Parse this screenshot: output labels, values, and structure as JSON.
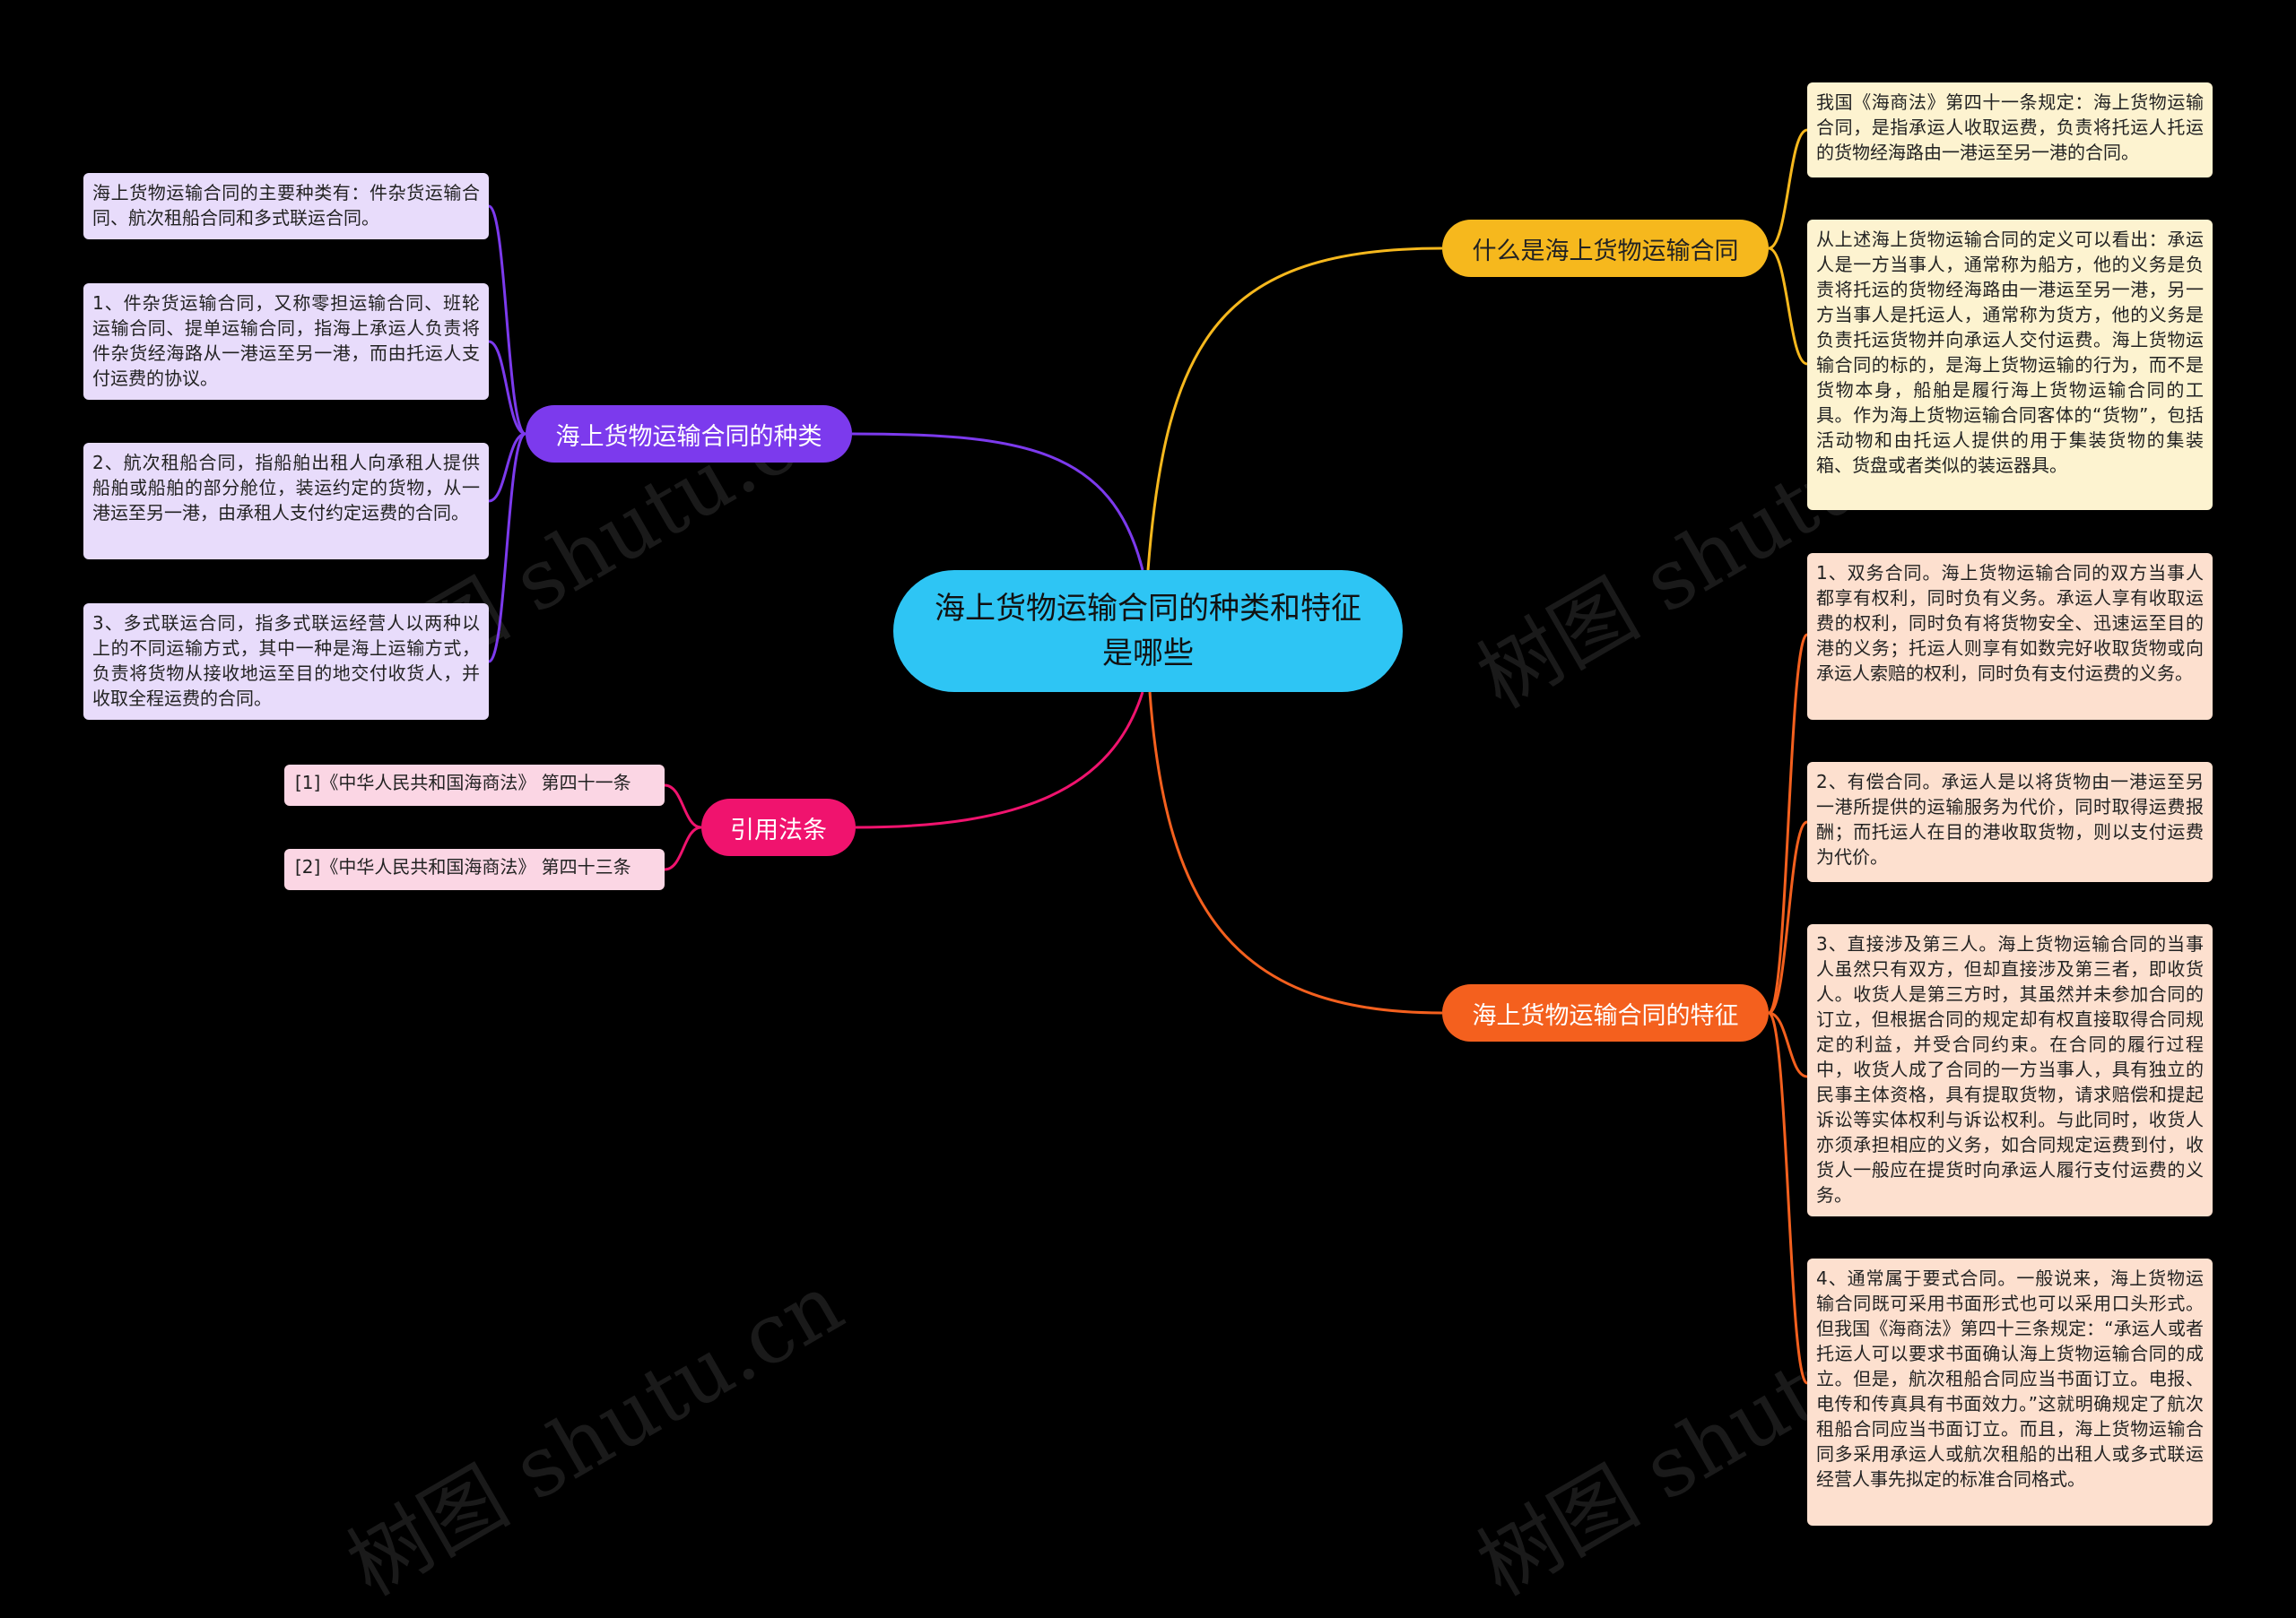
{
  "colors": {
    "background": "#000000",
    "root": "#2ec5f4",
    "kinds": "#7c3aed",
    "what": "#f6b81d",
    "features": "#f4601e",
    "citations": "#f0136e"
  },
  "watermark": "树图 shutu.cn",
  "root": {
    "label": "海上货物运输合同的种类和特征是哪些"
  },
  "branches": {
    "kinds": {
      "label": "海上货物运输合同的种类",
      "items": [
        "海上货物运输合同的主要种类有：件杂货运输合同、航次租船合同和多式联运合同。",
        "1、件杂货运输合同，又称零担运输合同、班轮运输合同、提单运输合同，指海上承运人负责将件杂货经海路从一港运至另一港，而由托运人支付运费的协议。",
        "2、航次租船合同，指船舶出租人向承租人提供船舶或船舶的部分舱位，装运约定的货物，从一港运至另一港，由承租人支付约定运费的合同。",
        "3、多式联运合同，指多式联运经营人以两种以上的不同运输方式，其中一种是海上运输方式，负责将货物从接收地运至目的地交付收货人，并收取全程运费的合同。"
      ]
    },
    "citations": {
      "label": "引用法条",
      "items": [
        "[1]《中华人民共和国海商法》 第四十一条",
        "[2]《中华人民共和国海商法》 第四十三条"
      ]
    },
    "what": {
      "label": "什么是海上货物运输合同",
      "items": [
        "我国《海商法》第四十一条规定：海上货物运输合同，是指承运人收取运费，负责将托运人托运的货物经海路由一港运至另一港的合同。",
        "从上述海上货物运输合同的定义可以看出：承运人是一方当事人，通常称为船方，他的义务是负责将托运的货物经海路由一港运至另一港，另一方当事人是托运人，通常称为货方，他的义务是负责托运货物并向承运人交付运费。海上货物运输合同的标的，是海上货物运输的行为，而不是货物本身，船舶是履行海上货物运输合同的工具。作为海上货物运输合同客体的“货物”，包括活动物和由托运人提供的用于集装货物的集装箱、货盘或者类似的装运器具。"
      ]
    },
    "features": {
      "label": "海上货物运输合同的特征",
      "items": [
        "1、双务合同。海上货物运输合同的双方当事人都享有权利，同时负有义务。承运人享有收取运费的权利，同时负有将货物安全、迅速运至目的港的义务；托运人则享有如数完好收取货物或向承运人索赔的权利，同时负有支付运费的义务。",
        "2、有偿合同。承运人是以将货物由一港运至另一港所提供的运输服务为代价，同时取得运费报酬；而托运人在目的港收取货物，则以支付运费为代价。",
        "3、直接涉及第三人。海上货物运输合同的当事人虽然只有双方，但却直接涉及第三者，即收货人。收货人是第三方时，其虽然并未参加合同的订立，但根据合同的规定却有权直接取得合同规定的利益，并受合同约束。在合同的履行过程中，收货人成了合同的一方当事人，具有独立的民事主体资格，具有提取货物，请求赔偿和提起诉讼等实体权利与诉讼权利。与此同时，收货人亦须承担相应的义务，如合同规定运费到付，收货人一般应在提货时向承运人履行支付运费的义务。",
        "4、通常属于要式合同。一般说来，海上货物运输合同既可采用书面形式也可以采用口头形式。但我国《海商法》第四十三条规定：“承运人或者托运人可以要求书面确认海上货物运输合同的成立。但是，航次租船合同应当书面订立。电报、电传和传真具有书面效力。”这就明确规定了航次租船合同应当书面订立。而且，海上货物运输合同多采用承运人或航次租船的出租人或多式联运经营人事先拟定的标准合同格式。"
      ]
    }
  }
}
